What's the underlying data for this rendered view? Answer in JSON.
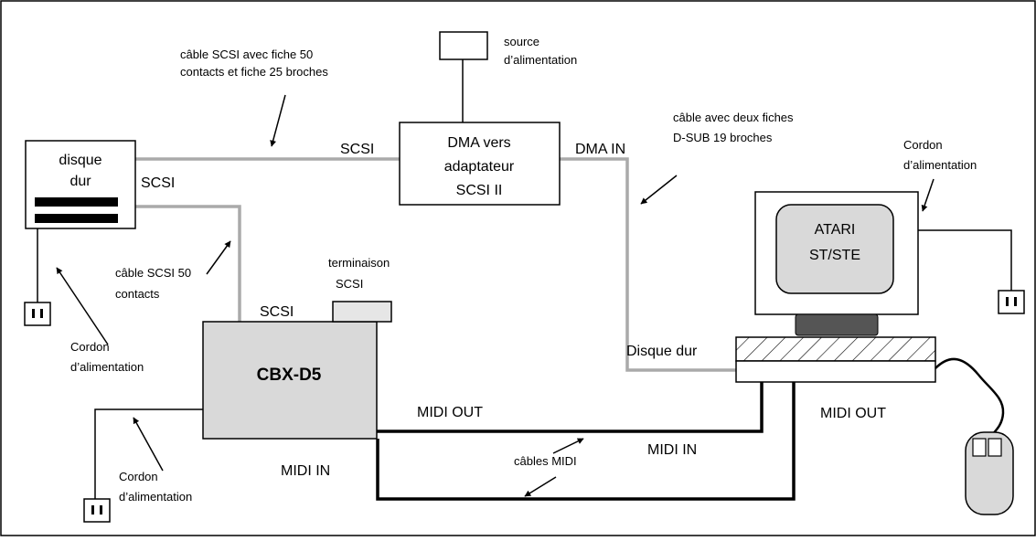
{
  "labels": {
    "scsi_cable_50_25_line1": "câble SCSI avec fiche 50",
    "scsi_cable_50_25_line2": "contacts et fiche 25 broches",
    "power_source_line1": "source",
    "power_source_line2": "d’alimentation",
    "dma_adapter_line1": "DMA vers",
    "dma_adapter_line2": "adaptateur",
    "dma_adapter_line3": "SCSI  II",
    "dsub_cable_line1": "câble avec deux fiches",
    "dsub_cable_line2": "D-SUB 19 broches",
    "power_cord_top_right_line1": "Cordon",
    "power_cord_top_right_line2": "d’alimentation",
    "hard_disk_line1": "disque",
    "hard_disk_line2": "dur",
    "scsi_adapter_left": "SCSI",
    "scsi_disk_right": "SCSI",
    "dma_in": "DMA IN",
    "atari_line1": "ATARI",
    "atari_line2": "ST/STE",
    "scsi_cable_50_line1": "câble SCSI 50",
    "scsi_cable_50_line2": "contacts",
    "terminator_line1": "terminaison",
    "terminator_line2": "SCSI",
    "scsi_cbx": "SCSI",
    "power_cord_disk_line1": "Cordon",
    "power_cord_disk_line2": "d’alimentation",
    "cbx_d5": "CBX-D5",
    "disque_dur_port": "Disque dur",
    "midi_out_cbx": "MIDI OUT",
    "midi_out_atari": "MIDI OUT",
    "midi_in_atari": "MIDI IN",
    "midi_in_cbx": "MIDI IN",
    "midi_cables": "câbles MIDI",
    "power_cord_cbx_line1": "Cordon",
    "power_cord_cbx_line2": "d’alimentation"
  },
  "colors": {
    "scsi_cable": "#aaaaaa",
    "midi_cable": "#000000",
    "cbx_fill": "#d9d9d9",
    "atari_screen_fill": "#d9d9d9",
    "terminator_fill": "#e6e6e6"
  }
}
